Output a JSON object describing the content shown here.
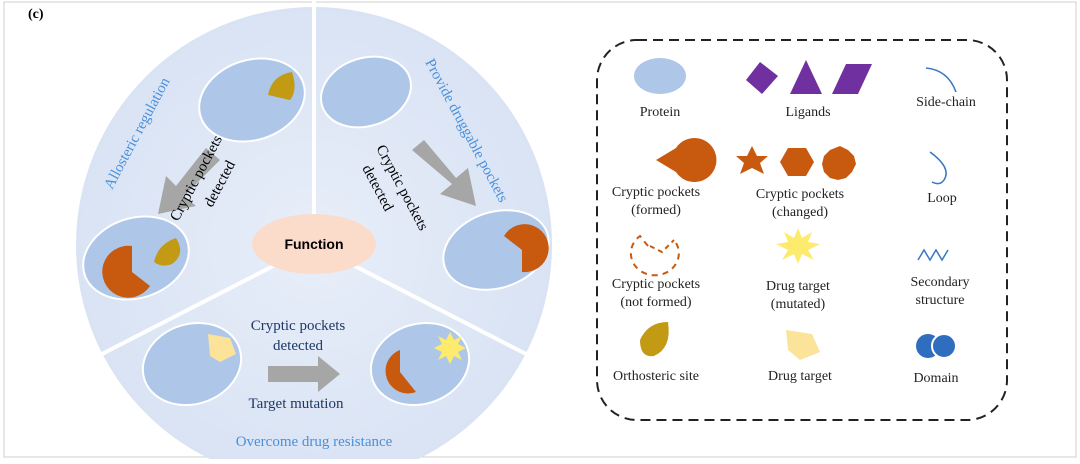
{
  "panel_label": "(c)",
  "center_label": "Function",
  "sectors": {
    "allosteric": {
      "title": "Allosteric regulation",
      "arrow_label_1": "Cryptic pockets",
      "arrow_label_2": "detected"
    },
    "druggable": {
      "title": "Provide druggable pockets",
      "arrow_label_1": "Cryptic pockets",
      "arrow_label_2": "detected"
    },
    "resistance": {
      "title": "Overcome drug resistance",
      "top_label_1": "Cryptic pockets",
      "top_label_2": "detected",
      "bottom_label": "Target  mutation"
    }
  },
  "legend": {
    "protein": "Protein",
    "ligands": "Ligands",
    "side_chain": "Side-chain",
    "pocket_formed_1": "Cryptic pockets",
    "pocket_formed_2": "(formed)",
    "pocket_changed_1": "Cryptic pockets",
    "pocket_changed_2": "(changed)",
    "loop": "Loop",
    "pocket_not_formed_1": "Cryptic pockets",
    "pocket_not_formed_2": "(not formed)",
    "drug_target_mutated_1": "Drug target",
    "drug_target_mutated_2": "(mutated)",
    "secondary_structure_1": "Secondary",
    "secondary_structure_2": "structure",
    "orthosteric_site": "Orthosteric site",
    "drug_target": "Drug target",
    "domain": "Domain"
  },
  "colors": {
    "circle_bg": "#dde7f6",
    "protein": "#aec7e8",
    "pocket": "#c85a10",
    "orthosteric": "#c29a14",
    "drug_target": "#fbe39a",
    "mutated_star": "#fdeb6e",
    "ligand": "#7030a0",
    "line_blue": "#3a78c2",
    "title_blue": "#4a90d9",
    "function_oval": "#fbdccb",
    "arrow_gray": "#a6a6a6"
  }
}
